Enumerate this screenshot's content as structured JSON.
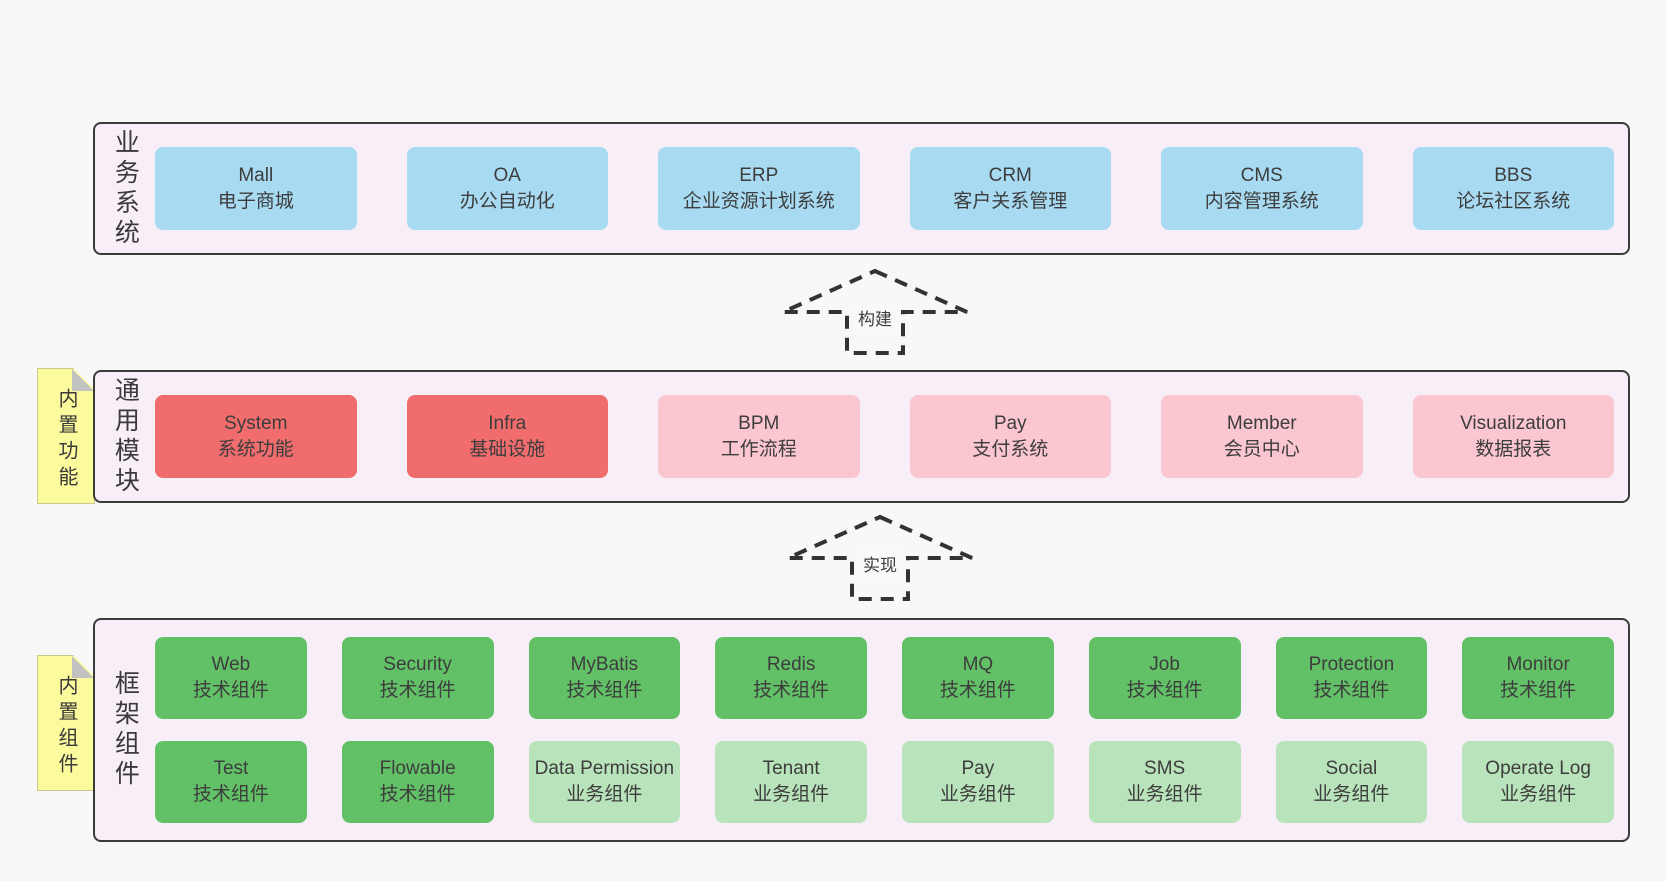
{
  "page": {
    "background_color": "#f8f8f8",
    "band_fill_color": "#f8eef7",
    "band_border_color": "#3b3b3b"
  },
  "colors": {
    "blue": "#a8dbf2",
    "red": "#f16d6d",
    "pink": "#fac6cf",
    "green": "#62c167",
    "lightgreen": "#b9e4bb",
    "sticky_yellow": "#fbfa9d",
    "sticky_fold_gray": "#c2c2c2",
    "text": "#3d3d3d"
  },
  "arrows": [
    {
      "label": "构建"
    },
    {
      "label": "实现"
    }
  ],
  "layers": [
    {
      "id": "business-systems",
      "label": "业务系统",
      "boxes": [
        {
          "name": "Mall",
          "subtitle": "电子商城",
          "variant": "blue"
        },
        {
          "name": "OA",
          "subtitle": "办公自动化",
          "variant": "blue"
        },
        {
          "name": "ERP",
          "subtitle": "企业资源计划系统",
          "variant": "blue"
        },
        {
          "name": "CRM",
          "subtitle": "客户关系管理",
          "variant": "blue"
        },
        {
          "name": "CMS",
          "subtitle": "内容管理系统",
          "variant": "blue"
        },
        {
          "name": "BBS",
          "subtitle": "论坛社区系统",
          "variant": "blue"
        }
      ]
    },
    {
      "id": "common-modules",
      "label": "通用模块",
      "sticky": "内置功能",
      "boxes": [
        {
          "name": "System",
          "subtitle": "系统功能",
          "variant": "red"
        },
        {
          "name": "Infra",
          "subtitle": "基础设施",
          "variant": "red"
        },
        {
          "name": "BPM",
          "subtitle": "工作流程",
          "variant": "pink"
        },
        {
          "name": "Pay",
          "subtitle": "支付系统",
          "variant": "pink"
        },
        {
          "name": "Member",
          "subtitle": "会员中心",
          "variant": "pink"
        },
        {
          "name": "Visualization",
          "subtitle": "数据报表",
          "variant": "pink"
        }
      ]
    },
    {
      "id": "framework-components",
      "label": "框架组件",
      "sticky": "内置组件",
      "rows": [
        [
          {
            "name": "Web",
            "subtitle": "技术组件",
            "variant": "green"
          },
          {
            "name": "Security",
            "subtitle": "技术组件",
            "variant": "green"
          },
          {
            "name": "MyBatis",
            "subtitle": "技术组件",
            "variant": "green"
          },
          {
            "name": "Redis",
            "subtitle": "技术组件",
            "variant": "green"
          },
          {
            "name": "MQ",
            "subtitle": "技术组件",
            "variant": "green"
          },
          {
            "name": "Job",
            "subtitle": "技术组件",
            "variant": "green"
          },
          {
            "name": "Protection",
            "subtitle": "技术组件",
            "variant": "green"
          },
          {
            "name": "Monitor",
            "subtitle": "技术组件",
            "variant": "green"
          }
        ],
        [
          {
            "name": "Test",
            "subtitle": "技术组件",
            "variant": "green"
          },
          {
            "name": "Flowable",
            "subtitle": "技术组件",
            "variant": "green"
          },
          {
            "name": "Data Permission",
            "subtitle": "业务组件",
            "variant": "lightgreen"
          },
          {
            "name": "Tenant",
            "subtitle": "业务组件",
            "variant": "lightgreen"
          },
          {
            "name": "Pay",
            "subtitle": "业务组件",
            "variant": "lightgreen"
          },
          {
            "name": "SMS",
            "subtitle": "业务组件",
            "variant": "lightgreen"
          },
          {
            "name": "Social",
            "subtitle": "业务组件",
            "variant": "lightgreen"
          },
          {
            "name": "Operate Log",
            "subtitle": "业务组件",
            "variant": "lightgreen"
          }
        ]
      ]
    }
  ]
}
